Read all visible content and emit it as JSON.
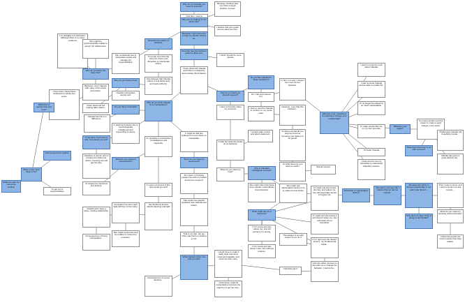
{
  "colors": {
    "blue_fill": "#8db6e6",
    "blue_border": "#4a78b5",
    "white_fill": "#ffffff",
    "line": "#333333"
  },
  "nodes": [
    {
      "id": "n1",
      "type": "white",
      "text": "I feel like I need to respond to or challenge someone's behavior"
    },
    {
      "id": "n2",
      "type": "blue",
      "text": "Why do you feel like you need to respond?"
    },
    {
      "id": "n3",
      "type": "blue",
      "text": "Describe the pattern of behavior."
    },
    {
      "id": "n4",
      "type": "white",
      "text": "Because I believe that you have enough wisdom to know."
    },
    {
      "id": "n5",
      "type": "blue",
      "text": "Why are you talking to me about this?"
    },
    {
      "id": "n6",
      "type": "white",
      "text": "I believe that your goals are the same as mine."
    },
    {
      "id": "n7",
      "type": "blue",
      "text": "Because I want someone to help me decide what to do."
    },
    {
      "id": "n8",
      "type": "white",
      "text": "It is probably a combination: although there is no clear evidence"
    },
    {
      "id": "n9",
      "type": "white",
      "text": "She might be psychologically unable to accept her deficiencies."
    },
    {
      "id": "n10",
      "type": "white",
      "text": "She consistently lies to manipulate people and manage her responsibilities."
    },
    {
      "id": "n11",
      "type": "white",
      "text": "I'm pretty sure that she uses her charm and deception to manipulate others."
    },
    {
      "id": "n12",
      "type": "blue",
      "text": "Describe how the behavior patterns affect you."
    },
    {
      "id": "n13",
      "type": "white",
      "text": "I have observed Claudia and others consistently demonstrate this behavior."
    },
    {
      "id": "n14",
      "type": "blue",
      "text": "Why do you think she does this?"
    },
    {
      "id": "n15",
      "type": "white",
      "text": "She believes that Claudia claims to feel dishonesty and seek authority."
    },
    {
      "id": "n16",
      "type": "blue",
      "text": "Why do you believe this?"
    },
    {
      "id": "n17",
      "type": "white",
      "text": "Because I see it happen with many of her peers and others."
    },
    {
      "id": "n18",
      "type": "white",
      "text": "Claudia manipulates people well."
    },
    {
      "id": "n19",
      "type": "white",
      "text": "I have observed her making false claims."
    },
    {
      "id": "n20",
      "type": "white",
      "text": "I have been noting these behaviors for about two years."
    },
    {
      "id": "n21",
      "type": "blue",
      "text": "What kind of experiences and how?"
    },
    {
      "id": "n22",
      "type": "white",
      "text": "Claudia has this is a difference..."
    },
    {
      "id": "n23",
      "type": "blue",
      "text": "Do you think of Claudia?"
    },
    {
      "id": "n24",
      "type": "blue",
      "text": "Why do you think Claudia is so manipulative?"
    },
    {
      "id": "n25",
      "type": "white",
      "text": "It might be because she is psychologically unbalanced and responding to stress."
    },
    {
      "id": "n26",
      "type": "white",
      "text": "It's probably a combination of intelligence and insecurity."
    },
    {
      "id": "n27",
      "type": "blue",
      "text": "If you were convinced of this, how would you act?"
    },
    {
      "id": "n28",
      "type": "white",
      "text": "Claudia is a person who is prepared to follow her whims, knowing she will get her way."
    },
    {
      "id": "n29",
      "type": "blue",
      "text": "What do you mean by untrustworthy?"
    },
    {
      "id": "n30",
      "type": "white",
      "text": "I'd respect her decisions and actions."
    },
    {
      "id": "n31",
      "type": "white",
      "text": "It might be that she believes it is very clever to manipulate."
    },
    {
      "id": "n32",
      "type": "blue",
      "text": "What do you mean by cleverness?"
    },
    {
      "id": "n33",
      "type": "white",
      "text": "If I were convinced of this, how would you act?"
    },
    {
      "id": "n34",
      "type": "white",
      "text": "So I seem to honestly present her with my beliefs and let her respond."
    },
    {
      "id": "n35",
      "type": "white",
      "text": "Her decisions involve careful planning and skill."
    },
    {
      "id": "n36",
      "type": "white",
      "text": "I'd explain how she might fight with her on the issue."
    },
    {
      "id": "n37",
      "type": "white",
      "text": "Claudia and I have a close, trusting relationship."
    },
    {
      "id": "n38",
      "type": "white",
      "text": "She would use specific feedback from Claudia and others."
    },
    {
      "id": "n39",
      "type": "white",
      "text": "That is my fear: but any other approach is insulting to her."
    },
    {
      "id": "n40",
      "type": "blue",
      "text": "What happens when she and you talk?"
    },
    {
      "id": "n41",
      "type": "white",
      "text": "Consequences of a poor decision..."
    },
    {
      "id": "n42",
      "type": "white",
      "text": "I think I should be more careful."
    },
    {
      "id": "n43",
      "type": "blue",
      "text": "How do you think you should respond?"
    },
    {
      "id": "n44",
      "type": "white",
      "text": "I want to honestly share my concerns."
    },
    {
      "id": "n45",
      "type": "white",
      "text": "I'd ask her what she thinks of my behavior."
    },
    {
      "id": "n46",
      "type": "white",
      "text": "I would make a clear and direct statement."
    },
    {
      "id": "n47",
      "type": "white",
      "text": "What do you mean by trust?"
    },
    {
      "id": "n48",
      "type": "blue",
      "text": "Do you like Claudia for these behaviors?"
    },
    {
      "id": "n49",
      "type": "white",
      "text": "No, I like and respect her."
    },
    {
      "id": "n50",
      "type": "white",
      "text": "I feel no need for Claudia to conform to my moral code."
    },
    {
      "id": "n51",
      "type": "white",
      "text": "However, I see that this behavior..."
    },
    {
      "id": "n52",
      "type": "white",
      "text": "To what end should you help her become someone you believe to be good?"
    },
    {
      "id": "n53",
      "type": "white",
      "text": "Or what future do you want to reach?"
    },
    {
      "id": "n54",
      "type": "blue",
      "text": "Why is Claudia's intelligence at issue?"
    },
    {
      "id": "n55",
      "type": "white",
      "text": "Mutual respect"
    },
    {
      "id": "n56",
      "type": "white",
      "text": "In fact, in a way I respect her more for her behavior."
    },
    {
      "id": "n57",
      "type": "blue",
      "text": "What are your motivations for wanting to change your relationship?"
    },
    {
      "id": "n58",
      "type": "white",
      "text": "I want to know the truth about Claudia."
    },
    {
      "id": "n59",
      "type": "white",
      "text": "I want to know Claudia and be able to predict her."
    },
    {
      "id": "n60",
      "type": "white",
      "text": "To no longer be subject to so much manipulation."
    },
    {
      "id": "n61",
      "type": "white",
      "text": "To make people like me, on my own grounds."
    },
    {
      "id": "n62",
      "type": "blue",
      "text": "What are your goals?"
    },
    {
      "id": "n63",
      "type": "white",
      "text": "To pursue wisdom and the power to make a good change in the world."
    },
    {
      "id": "n64",
      "type": "white",
      "text": "To better Claudia"
    },
    {
      "id": "n65",
      "type": "white",
      "text": "I have tried to use my friendship to understand Claudia's motives."
    },
    {
      "id": "n66",
      "type": "white",
      "text": "Challenging Claudia will hopefully provide..."
    },
    {
      "id": "n67",
      "type": "white",
      "text": "Claudia has given a great deal for her..."
    },
    {
      "id": "n68",
      "type": "blue",
      "text": "What does that have to do with success?"
    },
    {
      "id": "n69",
      "type": "blue",
      "text": "When a she more likely to lie?"
    },
    {
      "id": "n70",
      "type": "blue",
      "text": "During arguments (fights)."
    },
    {
      "id": "n71",
      "type": "white",
      "text": "What she tells me cannot be verified."
    },
    {
      "id": "n72",
      "type": "white",
      "text": "To get out of responsibilities."
    },
    {
      "id": "n73",
      "type": "white",
      "text": "She might claim that these were special, extraordinary circumstances."
    },
    {
      "id": "n74",
      "type": "white",
      "text": "She might use manipulation tactics to try to make me feel better."
    },
    {
      "id": "n75",
      "type": "blue",
      "text": "What might she do in response?"
    },
    {
      "id": "n76",
      "type": "white",
      "text": "If I'm wrong and she values me, she will perceive I'm wrong."
    },
    {
      "id": "n77",
      "type": "white",
      "text": "If I might and she knows she lies, and values me, she will eventually decide to forgive me."
    },
    {
      "id": "n78",
      "type": "white",
      "text": "If I'm wrong and she doesn't care, she will lose interest."
    },
    {
      "id": "n79",
      "type": "white",
      "text": "If I might and she knows it and doesn't value me, she will break off our friendship."
    },
    {
      "id": "n80",
      "type": "white",
      "text": "If I'm right and she doesn't know it, my fundamental belief..."
    },
    {
      "id": "n81",
      "type": "white",
      "text": "This danger is enough reason not to do it."
    },
    {
      "id": "n82",
      "type": "blue",
      "text": "What kind of manipulation tactics?"
    },
    {
      "id": "n83",
      "type": "blue",
      "text": "She will try and say that I believe that we can be friends."
    },
    {
      "id": "n84",
      "type": "blue",
      "text": "Because she either is doing it intentionally or not, and if she doesn't..."
    },
    {
      "id": "n85",
      "type": "white",
      "text": "Then I want to know, and I want to know how she knows..."
    },
    {
      "id": "n86",
      "type": "white",
      "text": "What do you mean by knowing subconsciously?"
    },
    {
      "id": "n87",
      "type": "white",
      "text": "I think that people are much smarter than they realize."
    },
    {
      "id": "n88",
      "type": "blue",
      "text": "Why does it matter if she is doing it intentionally?"
    },
    {
      "id": "n89",
      "type": "white",
      "text": "Until she either chooses to ask with me or change her behavior, I cannot be..."
    },
    {
      "id": "n90",
      "type": "white",
      "text": "Unlimited pain?"
    },
    {
      "id": "n91",
      "type": "white",
      "text": "I would have to make it really clear that she's smart and capable, and show her that I care."
    },
    {
      "id": "n92",
      "type": "white",
      "text": "I think these might be manipulative because she might try to get her way..."
    },
    {
      "id": "n93",
      "type": "white",
      "text": "She might experience and be unable to control her emotions."
    },
    {
      "id": "n94",
      "type": "white",
      "text": "Consequences of being manipulative..."
    }
  ]
}
